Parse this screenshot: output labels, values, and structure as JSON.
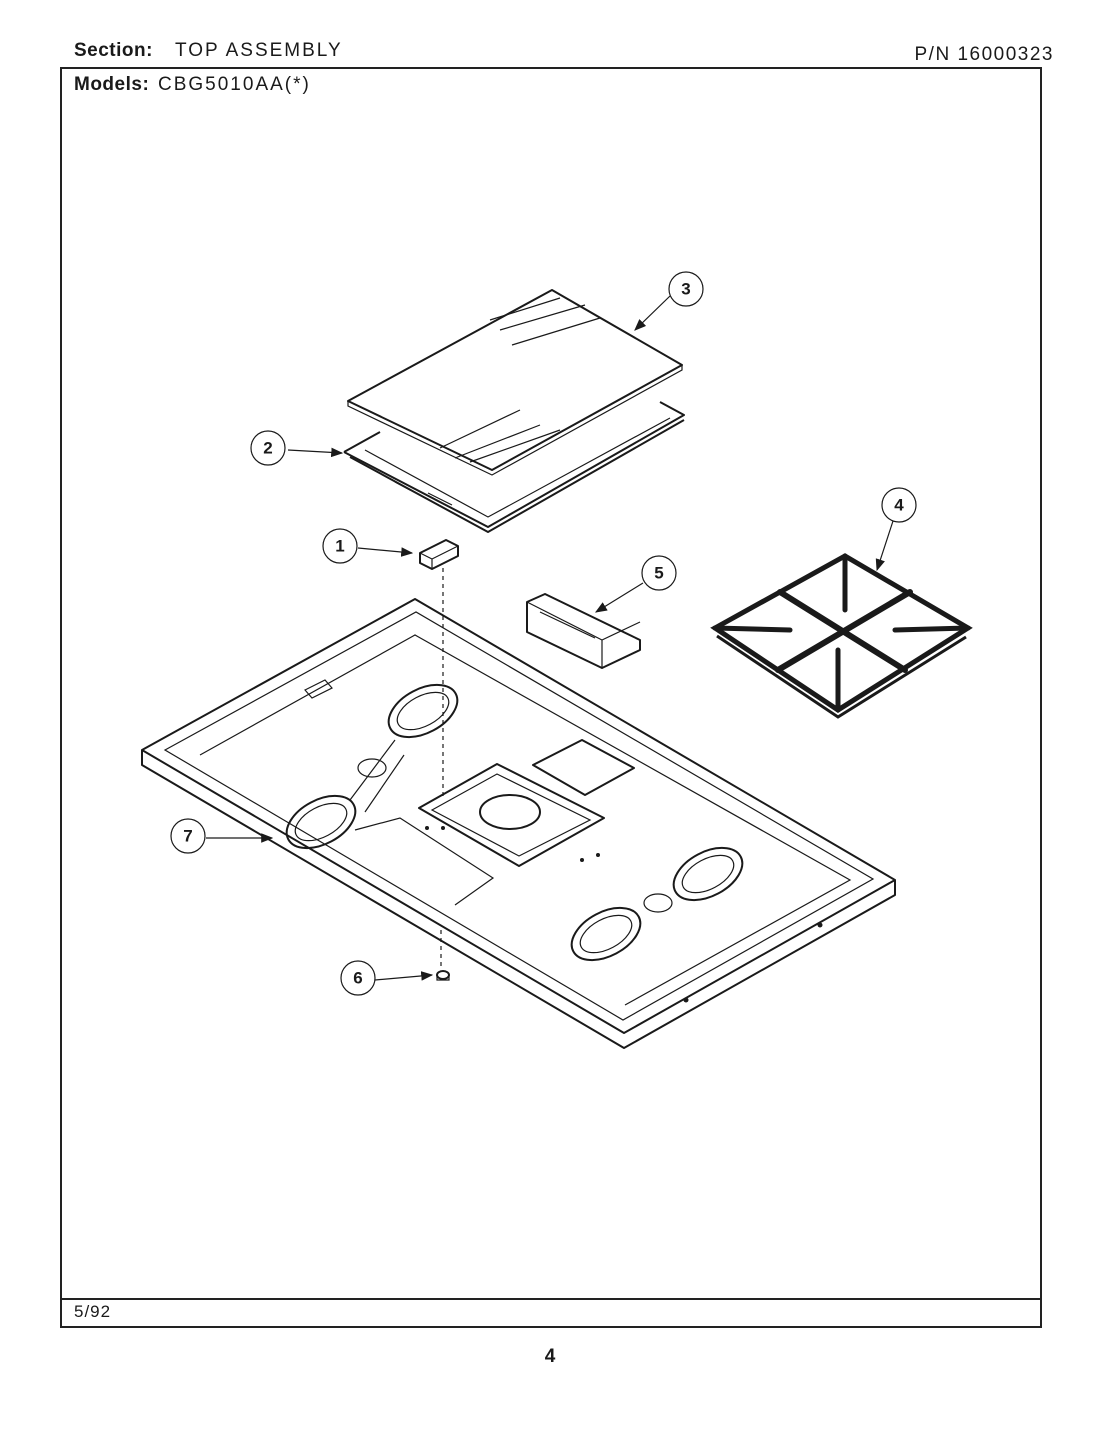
{
  "header": {
    "section_label": "Section:",
    "section_value": "TOP ASSEMBLY",
    "part_number": "P/N 16000323",
    "models_label": "Models:",
    "models_value": "CBG5010AA(*)"
  },
  "footer": {
    "date": "5/92",
    "page_number": "4"
  },
  "callouts": [
    "1",
    "2",
    "3",
    "4",
    "5",
    "6",
    "7"
  ]
}
